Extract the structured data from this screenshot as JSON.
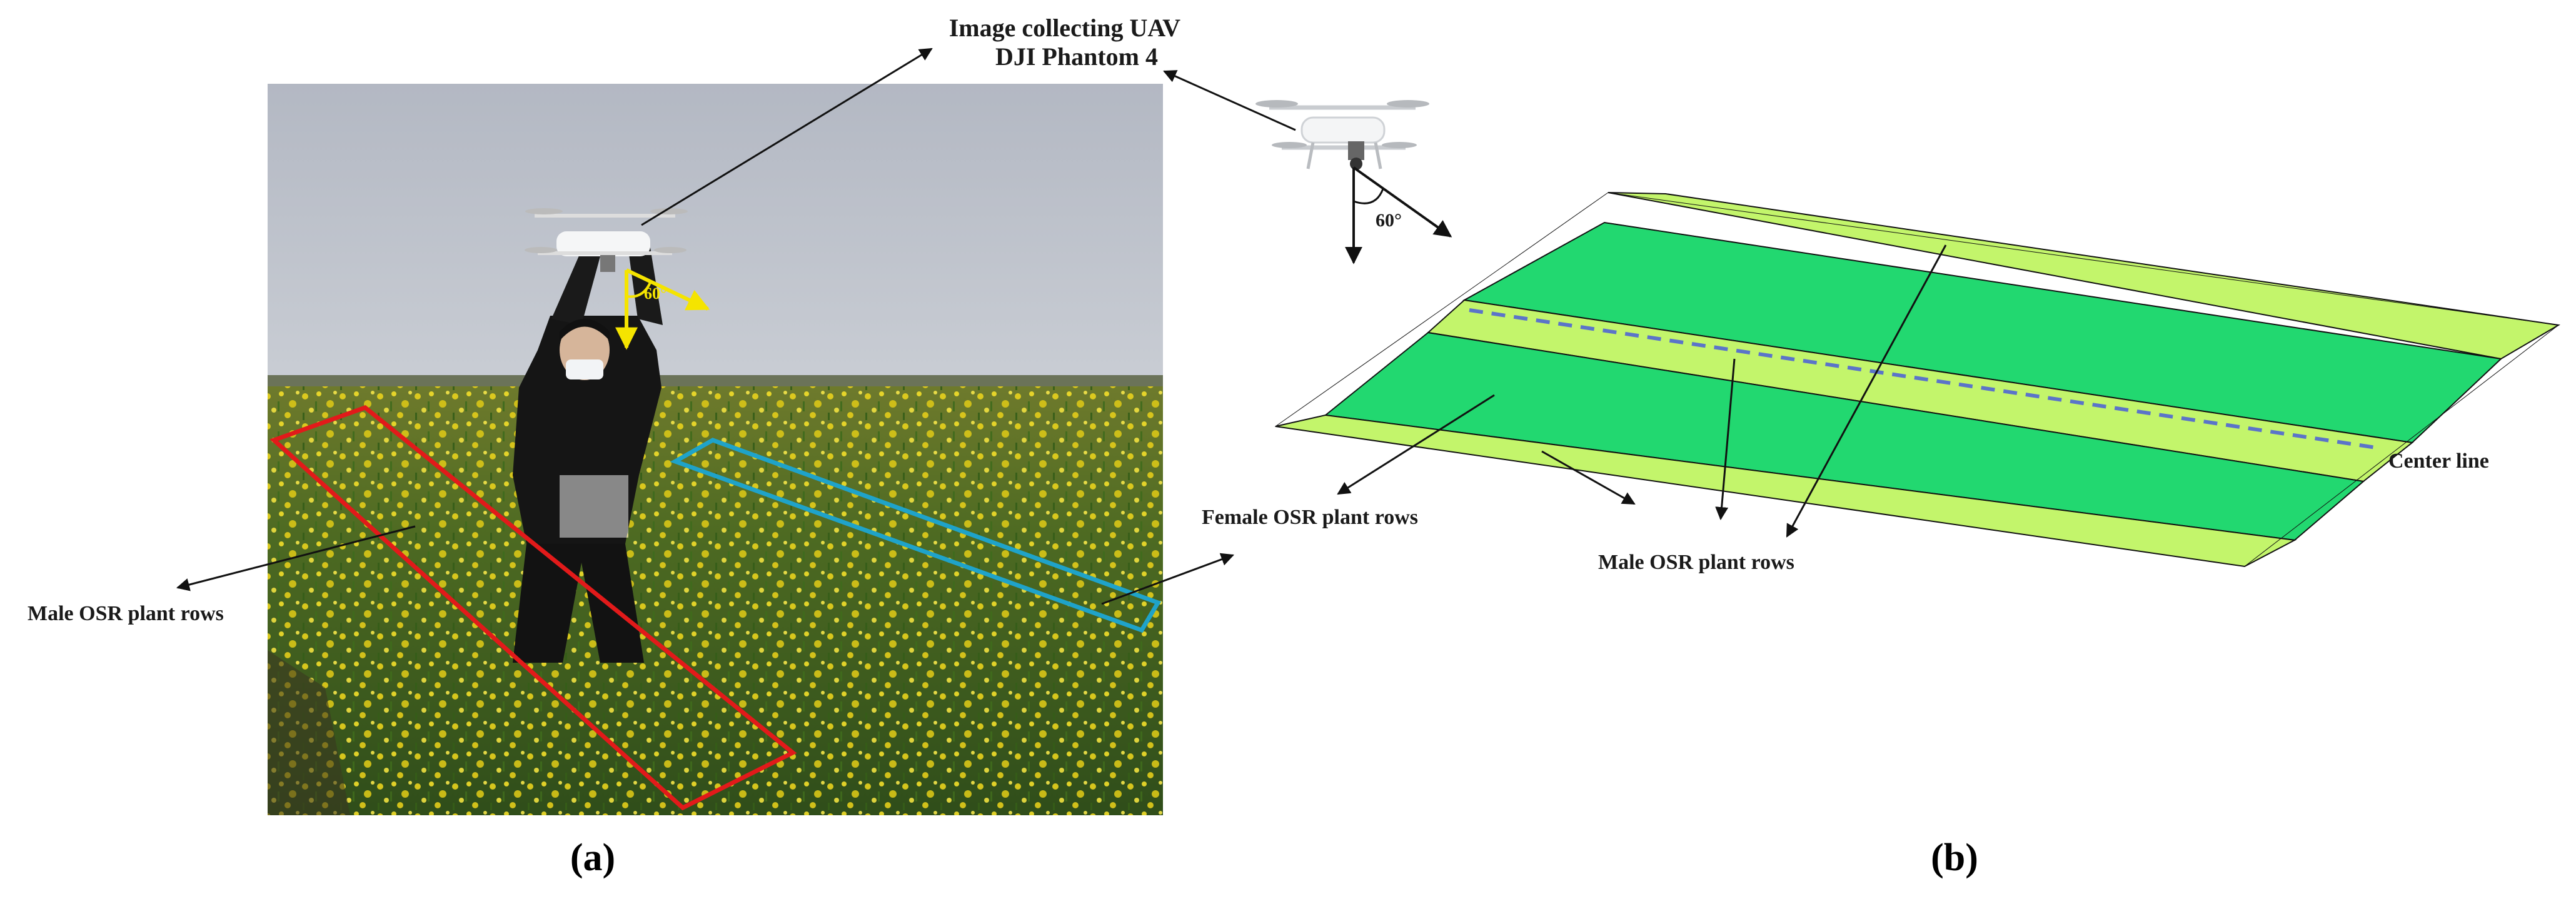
{
  "panel_a": {
    "panel_label": "(a)",
    "uav_label_line1": "Image collecting UAV",
    "uav_label_line2": "DJI Phantom 4",
    "male_rows_label": "Male OSR plant rows",
    "angle_label": "60°"
  },
  "panel_b": {
    "panel_label": "(b)",
    "female_rows_label": "Female OSR plant rows",
    "male_rows_label": "Male OSR plant rows",
    "center_line_label": "Center line",
    "angle_label": "60°"
  },
  "colors": {
    "male_row_fill": "#c3f56b",
    "female_row_fill": "#22d870",
    "center_line": "#5b74c9",
    "male_box_outline": "#e21a1a",
    "female_box_outline": "#1fa3c9",
    "arrow": "#111111",
    "angle_mark": "#f5e400"
  }
}
